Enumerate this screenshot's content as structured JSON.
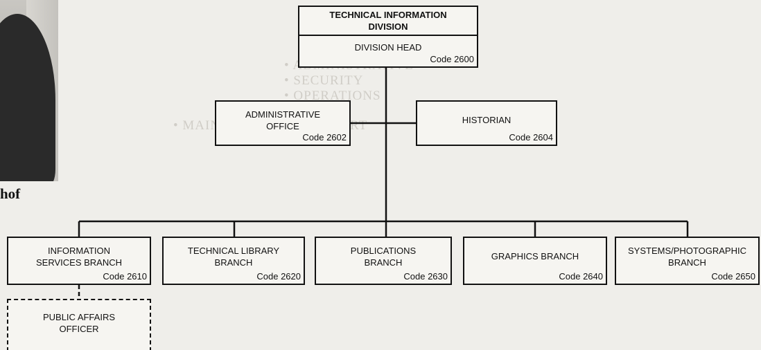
{
  "caption": "hof",
  "ghost_lines": [
    "• ADMINISTRATIVE",
    "• SECURITY",
    "• OPERATIONS",
    "• MAINTENANCE & SUPPORT"
  ],
  "division": {
    "title_line1": "TECHNICAL INFORMATION",
    "title_line2": "DIVISION",
    "head_label": "DIVISION HEAD",
    "head_code": "Code 2600"
  },
  "staff": [
    {
      "line1": "ADMINISTRATIVE",
      "line2": "OFFICE",
      "code": "Code 2602"
    },
    {
      "line1": "HISTORIAN",
      "line2": "",
      "code": "Code 2604"
    }
  ],
  "branches": [
    {
      "line1": "INFORMATION",
      "line2": "SERVICES BRANCH",
      "code": "Code 2610"
    },
    {
      "line1": "TECHNICAL LIBRARY",
      "line2": "BRANCH",
      "code": "Code 2620"
    },
    {
      "line1": "PUBLICATIONS",
      "line2": "BRANCH",
      "code": "Code 2630"
    },
    {
      "line1": "GRAPHICS BRANCH",
      "line2": "",
      "code": "Code 2640"
    },
    {
      "line1": "SYSTEMS/PHOTOGRAPHIC",
      "line2": "BRANCH",
      "code": "Code 2650"
    }
  ],
  "sub_unit": {
    "line1": "PUBLIC AFFAIRS",
    "line2": "OFFICER"
  }
}
